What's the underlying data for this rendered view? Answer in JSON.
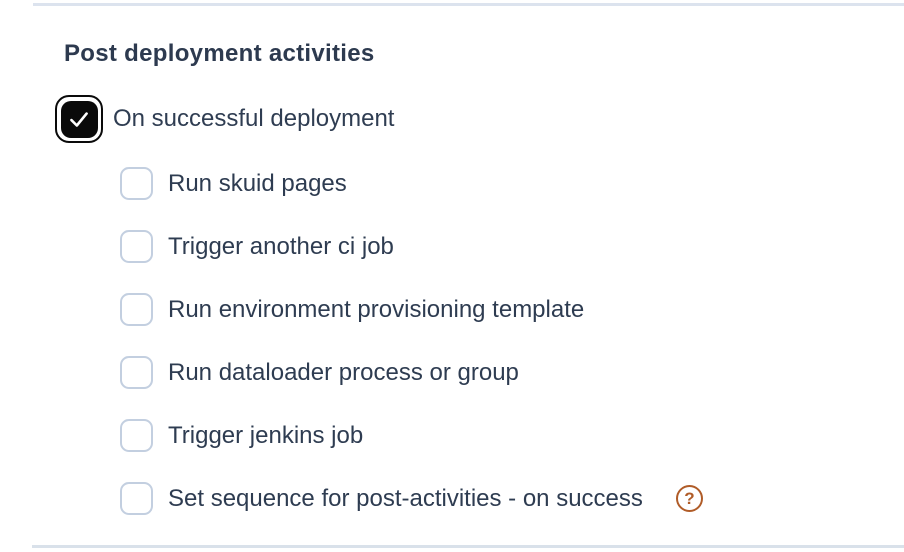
{
  "section": {
    "title": "Post deployment activities",
    "parent_option": {
      "label": "On successful deployment",
      "checked": true
    },
    "child_options": [
      {
        "label": "Run skuid pages",
        "checked": false
      },
      {
        "label": "Trigger another ci job",
        "checked": false
      },
      {
        "label": "Run environment provisioning template",
        "checked": false
      },
      {
        "label": "Run dataloader process or group",
        "checked": false
      },
      {
        "label": "Trigger jenkins job",
        "checked": false
      },
      {
        "label": "Set sequence for post-activities - on success",
        "checked": false,
        "has_help": true
      }
    ]
  },
  "icons": {
    "check": "check-icon",
    "help_glyph": "?"
  },
  "colors": {
    "text": "#2e3c51",
    "title_text": "#2d3a4f",
    "checkbox_checked_fill": "#0a0a0a",
    "checkbox_unchecked_border": "#c3cfe0",
    "divider": "#dce3ee",
    "help_icon": "#b05c28"
  }
}
